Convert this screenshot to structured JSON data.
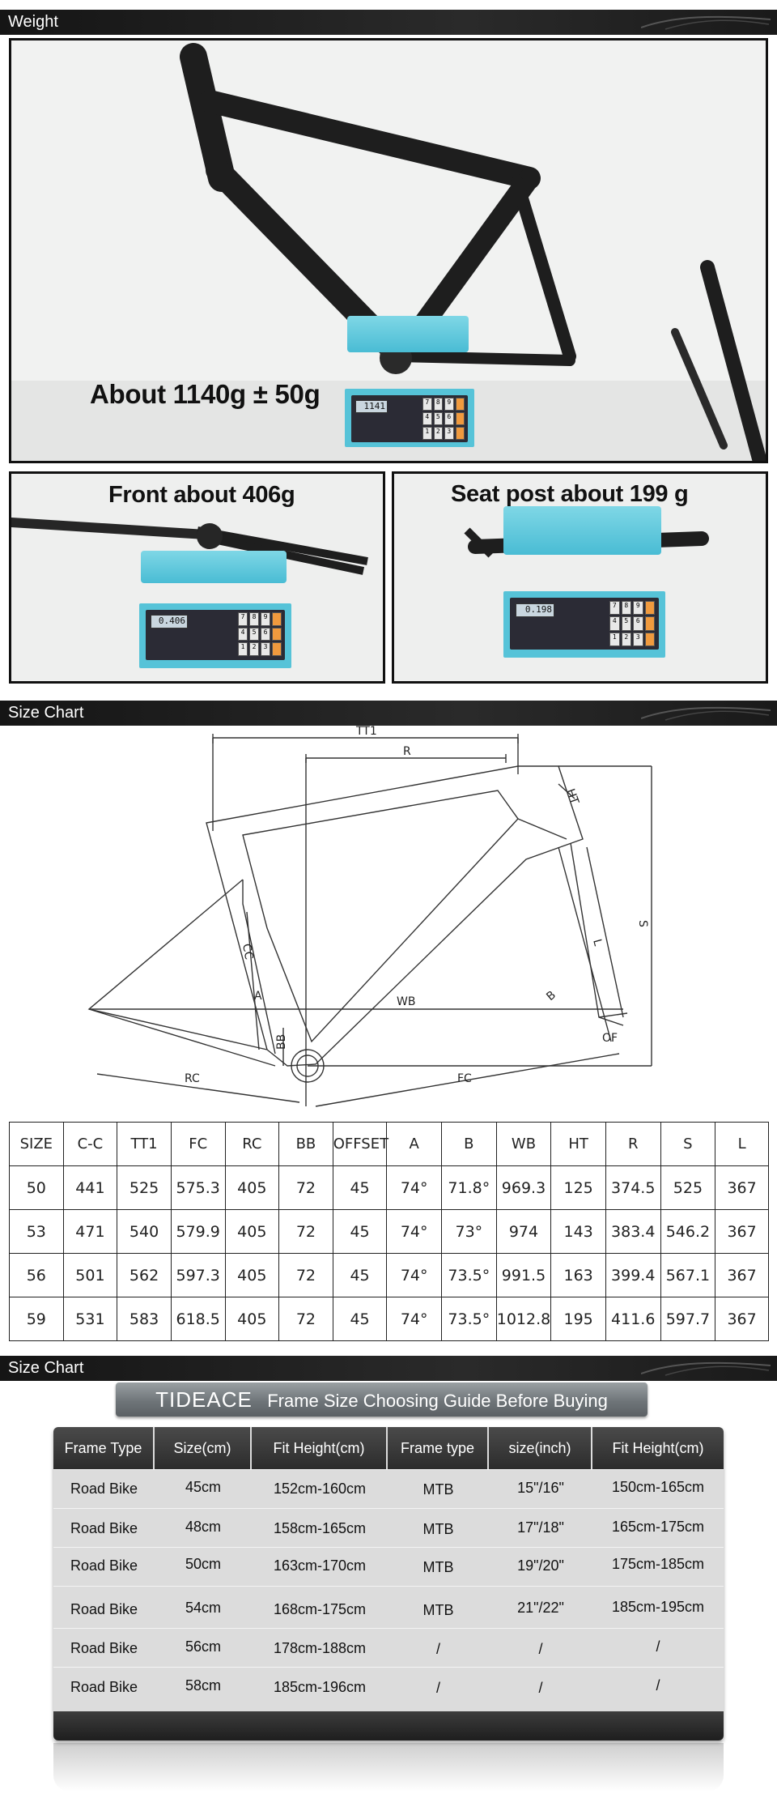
{
  "sections": {
    "weight": "Weight",
    "size_chart_1": "Size Chart",
    "size_chart_2": "Size Chart"
  },
  "photos": {
    "frame_caption": "About 1140g ± 50g",
    "fork_caption": "Front about 406g",
    "seatpost_caption": "Seat post about 199 g",
    "frame_display": "1141",
    "fork_display": "0.406",
    "seatpost_display": "0.198"
  },
  "diagram_labels": {
    "tt1": "TT1",
    "r": "R",
    "ht": "HT",
    "s": "S",
    "l": "L",
    "cc": "CC",
    "a": "A",
    "b": "B",
    "wb": "WB",
    "bb": "BB",
    "of": "OF",
    "rc": "RC",
    "fc": "FC"
  },
  "geometry_table": {
    "headers": [
      "SIZE",
      "C-C",
      "TT1",
      "FC",
      "RC",
      "BB",
      "OFFSET",
      "A",
      "B",
      "WB",
      "HT",
      "R",
      "S",
      "L"
    ],
    "rows": [
      [
        "50",
        "441",
        "525",
        "575.3",
        "405",
        "72",
        "45",
        "74°",
        "71.8°",
        "969.3",
        "125",
        "374.5",
        "525",
        "367"
      ],
      [
        "53",
        "471",
        "540",
        "579.9",
        "405",
        "72",
        "45",
        "74°",
        "73°",
        "974",
        "143",
        "383.4",
        "546.2",
        "367"
      ],
      [
        "56",
        "501",
        "562",
        "597.3",
        "405",
        "72",
        "45",
        "74°",
        "73.5°",
        "991.5",
        "163",
        "399.4",
        "567.1",
        "367"
      ],
      [
        "59",
        "531",
        "583",
        "618.5",
        "405",
        "72",
        "45",
        "74°",
        "73.5°",
        "1012.8",
        "195",
        "411.6",
        "597.7",
        "367"
      ]
    ]
  },
  "guide": {
    "brand": "TIDEACE",
    "title": "Frame  Size Choosing Guide Before Buying",
    "headers": [
      "Frame  Type",
      "Size(cm)",
      "Fit Height(cm)",
      "Frame type",
      "size(inch)",
      "Fit Height(cm)"
    ],
    "rows": [
      [
        "Road Bike",
        "45cm",
        "152cm-160cm",
        "MTB",
        "15\"/16\"",
        "150cm-165cm"
      ],
      [
        "Road Bike",
        "48cm",
        "158cm-165cm",
        "MTB",
        "17\"/18\"",
        "165cm-175cm"
      ],
      [
        "Road Bike",
        "50cm",
        "163cm-170cm",
        "MTB",
        "19\"/20\"",
        "175cm-185cm"
      ],
      [
        "Road Bike",
        "54cm",
        "168cm-175cm",
        "MTB",
        "21\"/22\"",
        "185cm-195cm"
      ],
      [
        "Road Bike",
        "56cm",
        "178cm-188cm",
        "/",
        "/",
        "/"
      ],
      [
        "Road Bike",
        "58cm",
        "185cm-196cm",
        "/",
        "/",
        "/"
      ]
    ]
  }
}
